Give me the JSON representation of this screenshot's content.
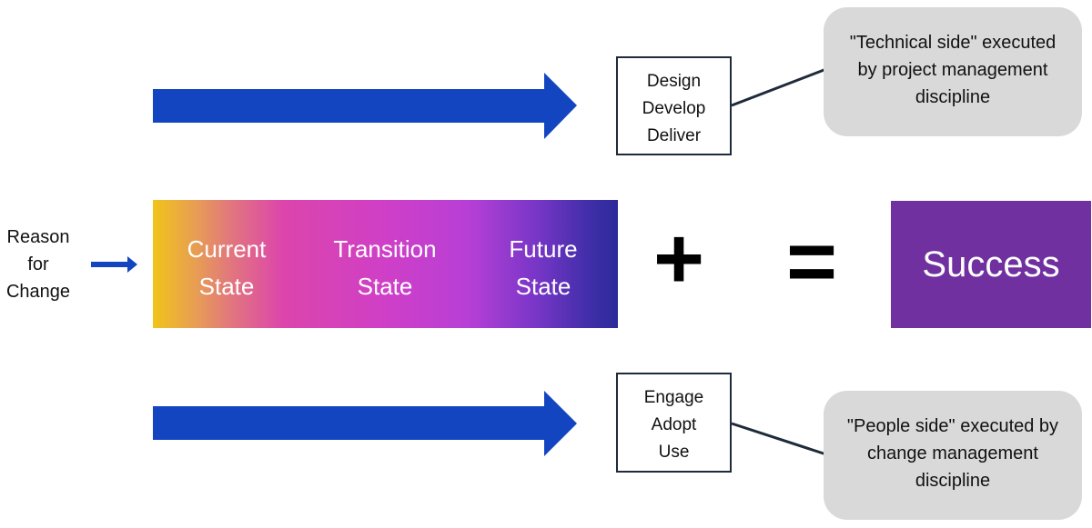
{
  "reason_for_change": [
    "Reason",
    "for",
    "Change"
  ],
  "states": [
    {
      "line1": "Current",
      "line2": "State"
    },
    {
      "line1": "Transition",
      "line2": "State"
    },
    {
      "line1": "Future",
      "line2": "State"
    }
  ],
  "plus_sign": "+",
  "equals_sign": "=",
  "outcome": "Success",
  "technical_steps": [
    "Design",
    "Develop",
    "Deliver"
  ],
  "people_steps": [
    "Engage",
    "Adopt",
    "Use"
  ],
  "technical_callout": [
    "\"Technical side\" executed",
    "by project management",
    "discipline"
  ],
  "people_callout": [
    "\"People side\" executed by",
    "change management",
    "discipline"
  ],
  "colors": {
    "arrow": "#1345c0",
    "success_bg": "#7030a0",
    "callout_bg": "#d9d9d9",
    "gradient": [
      "#f0c419",
      "#dc45ab",
      "#b73fd6",
      "#2d2a9a"
    ]
  }
}
